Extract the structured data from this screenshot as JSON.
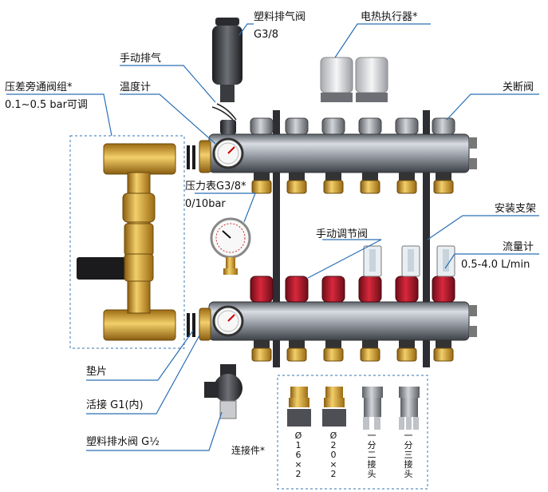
{
  "labels": {
    "air_vent_plastic": "塑料排气阀",
    "air_vent_size": "G3/8",
    "actuator": "电热执行器*",
    "manual_vent": "手动排气",
    "bypass_group": "压差旁通阀组*",
    "bypass_range": "0.1~0.5 bar可调",
    "thermometer": "温度计",
    "shutoff_valve": "关断阀",
    "pressure_gauge": "压力表G3/8*",
    "pressure_range": "0/10bar",
    "manual_regulating": "手动调节阀",
    "bracket": "安装支架",
    "flow_meter": "流量计",
    "flow_range": "0.5-4.0 L/min",
    "gasket": "垫片",
    "union": "活接  G1(内)",
    "drain_valve": "塑料排水阀  G½",
    "connector": "连接件*",
    "fitting_16": "Ø16×2",
    "fitting_20": "Ø20×2",
    "fitting_2way": "一分二接头",
    "fitting_3way": "一分三接头"
  },
  "colors": {
    "brass": "#d8a22a",
    "steel": "#8a8f96",
    "red_cap": "#b0182a",
    "leader_line": "#2a6fb5",
    "dashed_box": "#5a8fc0"
  },
  "icons": [
    "thermometer-icon",
    "pressure-gauge-icon",
    "flow-meter-icon",
    "actuator-icon"
  ]
}
